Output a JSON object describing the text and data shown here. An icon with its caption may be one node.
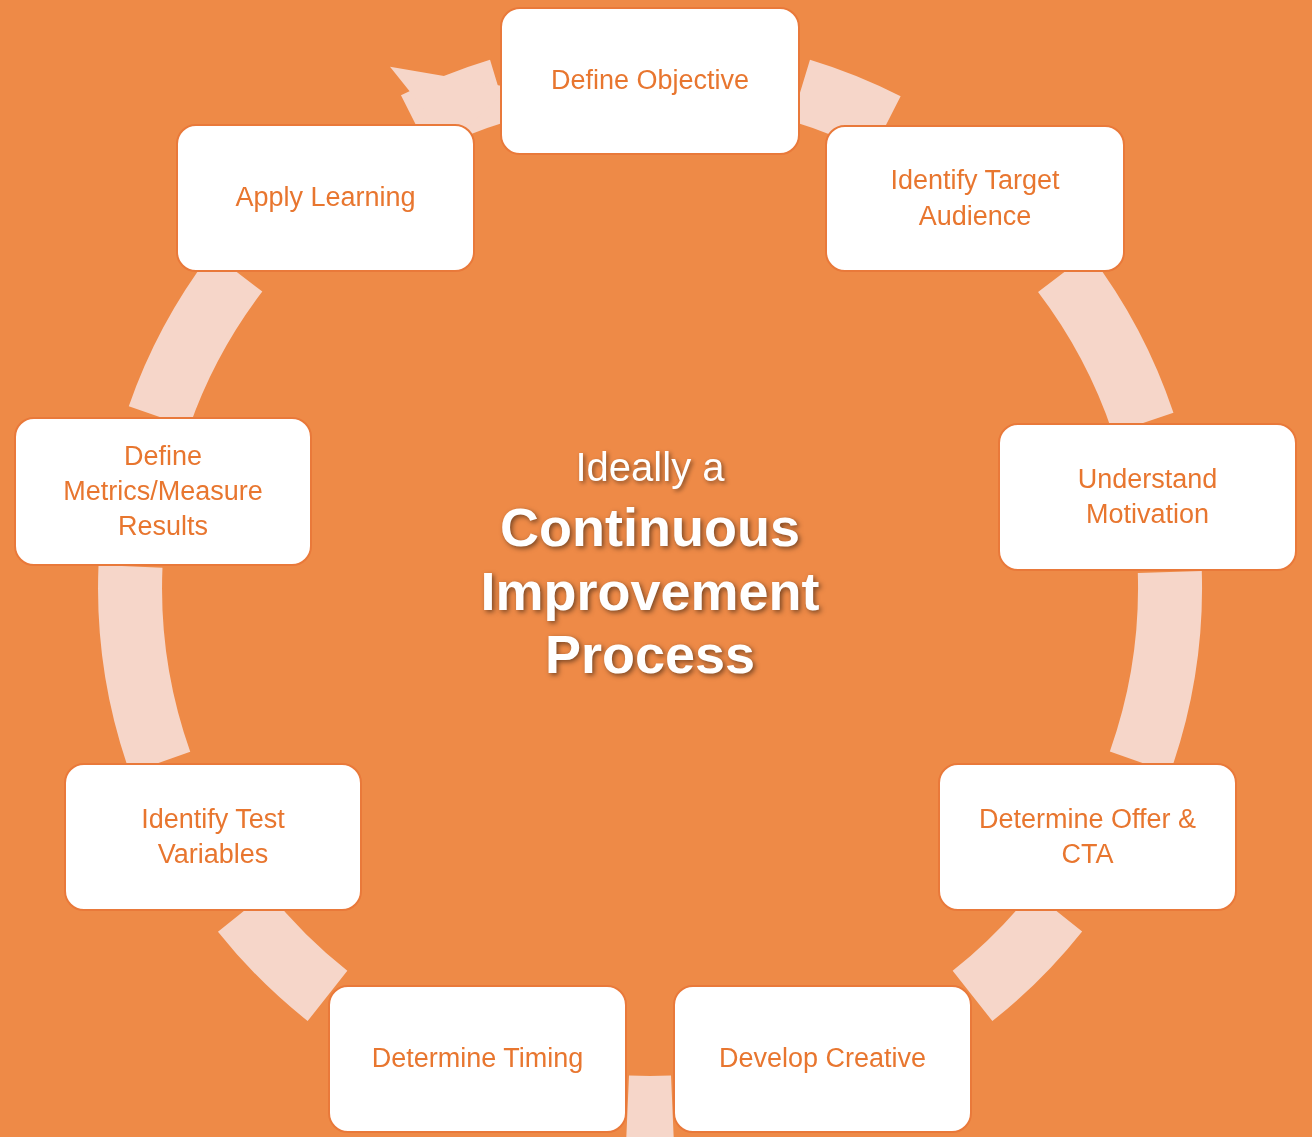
{
  "diagram": {
    "nodes": [
      {
        "text": [
          "Define Objective"
        ]
      },
      {
        "text": [
          "Identify Target Audience"
        ]
      },
      {
        "text": [
          "Understand Motivation"
        ]
      },
      {
        "text": [
          "Determine Offer & CTA"
        ]
      },
      {
        "text": [
          "Develop Creative"
        ]
      },
      {
        "text": [
          "Determine Timing"
        ]
      },
      {
        "text": [
          "Identify Test Variables"
        ]
      },
      {
        "text": [
          "Define Metrics/Measure Results"
        ]
      },
      {
        "text": [
          "Apply Learning"
        ]
      }
    ],
    "edges": [
      {
        "from": 0,
        "to": 1,
        "arrow": "none"
      },
      {
        "from": 1,
        "to": 2,
        "arrow": "none"
      },
      {
        "from": 2,
        "to": 3,
        "arrow": "none"
      },
      {
        "from": 3,
        "to": 4,
        "arrow": "none"
      },
      {
        "from": 4,
        "to": 5,
        "arrow": "none"
      },
      {
        "from": 5,
        "to": 6,
        "arrow": "none"
      },
      {
        "from": 6,
        "to": 7,
        "arrow": "none"
      },
      {
        "from": 7,
        "to": 8,
        "arrow": "none"
      },
      {
        "from": 8,
        "to": 0,
        "arrow": "to"
      }
    ],
    "labels": [
      "Ideally a",
      "Continuous Improvement Process"
    ]
  }
}
